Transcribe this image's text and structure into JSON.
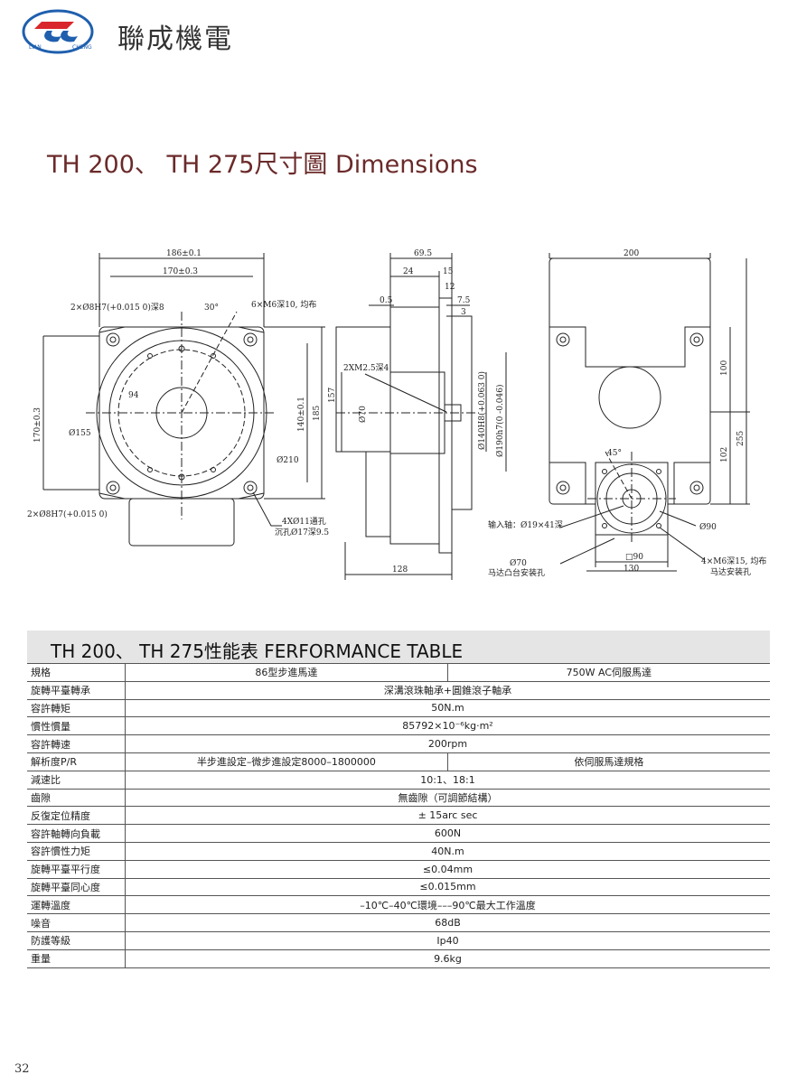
{
  "header": {
    "logo_left": "LIAN",
    "logo_right": "CHENG",
    "company": "聯成機電"
  },
  "section_title": "TH 200、 TH 275尺寸圖 Dimensions",
  "drawing": {
    "front": {
      "dim_186": "186±0.1",
      "dim_170w": "170±0.3",
      "pin_top": "2×Ø8H7(+0.015 0)深8",
      "angle": "30°",
      "m6": "6×M6深10, 均布",
      "r94": "94",
      "d155": "Ø155",
      "d210": "Ø210",
      "h170": "170±0.3",
      "h140": "140±0.1",
      "h185": "185",
      "pin_bottom": "2×Ø8H7(+0.015 0)",
      "holes": "4XØ11通孔",
      "counterbore": "沉孔Ø17深9.5"
    },
    "side": {
      "w695": "69.5",
      "w24": "24",
      "w15": "15",
      "w12": "12",
      "w05": "0.5",
      "w75": "7.5",
      "w3": "3",
      "m25": "2XM2.5深4",
      "h157": "157",
      "d70": "Ø70",
      "d140": "Ø140H8(+0.063 0)",
      "d190": "Ø190h7(0 -0.046)",
      "w128": "128"
    },
    "back": {
      "w200": "200",
      "h100": "100",
      "h102": "102",
      "h255": "255",
      "a45": "45°",
      "input_shaft": "输入轴：Ø19×41深",
      "d90": "Ø90",
      "d70": "Ø70",
      "boss": "马达凸台安装孔",
      "sq90": "□90",
      "w130": "130",
      "m6": "4×M6深15, 均布",
      "motor_holes": "马达安装孔"
    }
  },
  "performance": {
    "title": "TH 200、 TH  275性能表 FERFORMANCE TABLE",
    "rows": [
      {
        "label": "規格",
        "v1": "86型步進馬達",
        "v2": "750W AC伺服馬達"
      },
      {
        "label": "旋轉平臺轉承",
        "v": "深溝滾珠軸承+圓錐滾子軸承"
      },
      {
        "label": "容許轉矩",
        "v": "50N.m"
      },
      {
        "label": "慣性慣量",
        "v": "85792×10⁻⁶kg·m²"
      },
      {
        "label": "容許轉速",
        "v": "200rpm"
      },
      {
        "label": "解析度P/R",
        "v1": "半步進設定–微步進設定8000–1800000",
        "v2": "依伺服馬達規格"
      },
      {
        "label": "減速比",
        "v": "10:1、18:1"
      },
      {
        "label": "齒隙",
        "v": "無齒隙（可調節結構）"
      },
      {
        "label": "反復定位精度",
        "v": "± 15arc  sec"
      },
      {
        "label": "容許軸轉向負載",
        "v": "600N"
      },
      {
        "label": "容許慣性力矩",
        "v": "40N.m"
      },
      {
        "label": "旋轉平臺平行度",
        "v": "≤0.04mm"
      },
      {
        "label": "旋轉平臺同心度",
        "v": "≤0.015mm"
      },
      {
        "label": "運轉溫度",
        "v": "–10℃–40℃環境–––90℃最大工作溫度"
      },
      {
        "label": "噪音",
        "v": "68dB"
      },
      {
        "label": "防護等級",
        "v": "Ip40"
      },
      {
        "label": "重量",
        "v": "9.6kg"
      }
    ]
  },
  "page_number": "32",
  "colors": {
    "title": "#6b2a2a",
    "logo_blue": "#1f5fae",
    "logo_red": "#d8262c",
    "table_header": "#e5e5e5"
  }
}
